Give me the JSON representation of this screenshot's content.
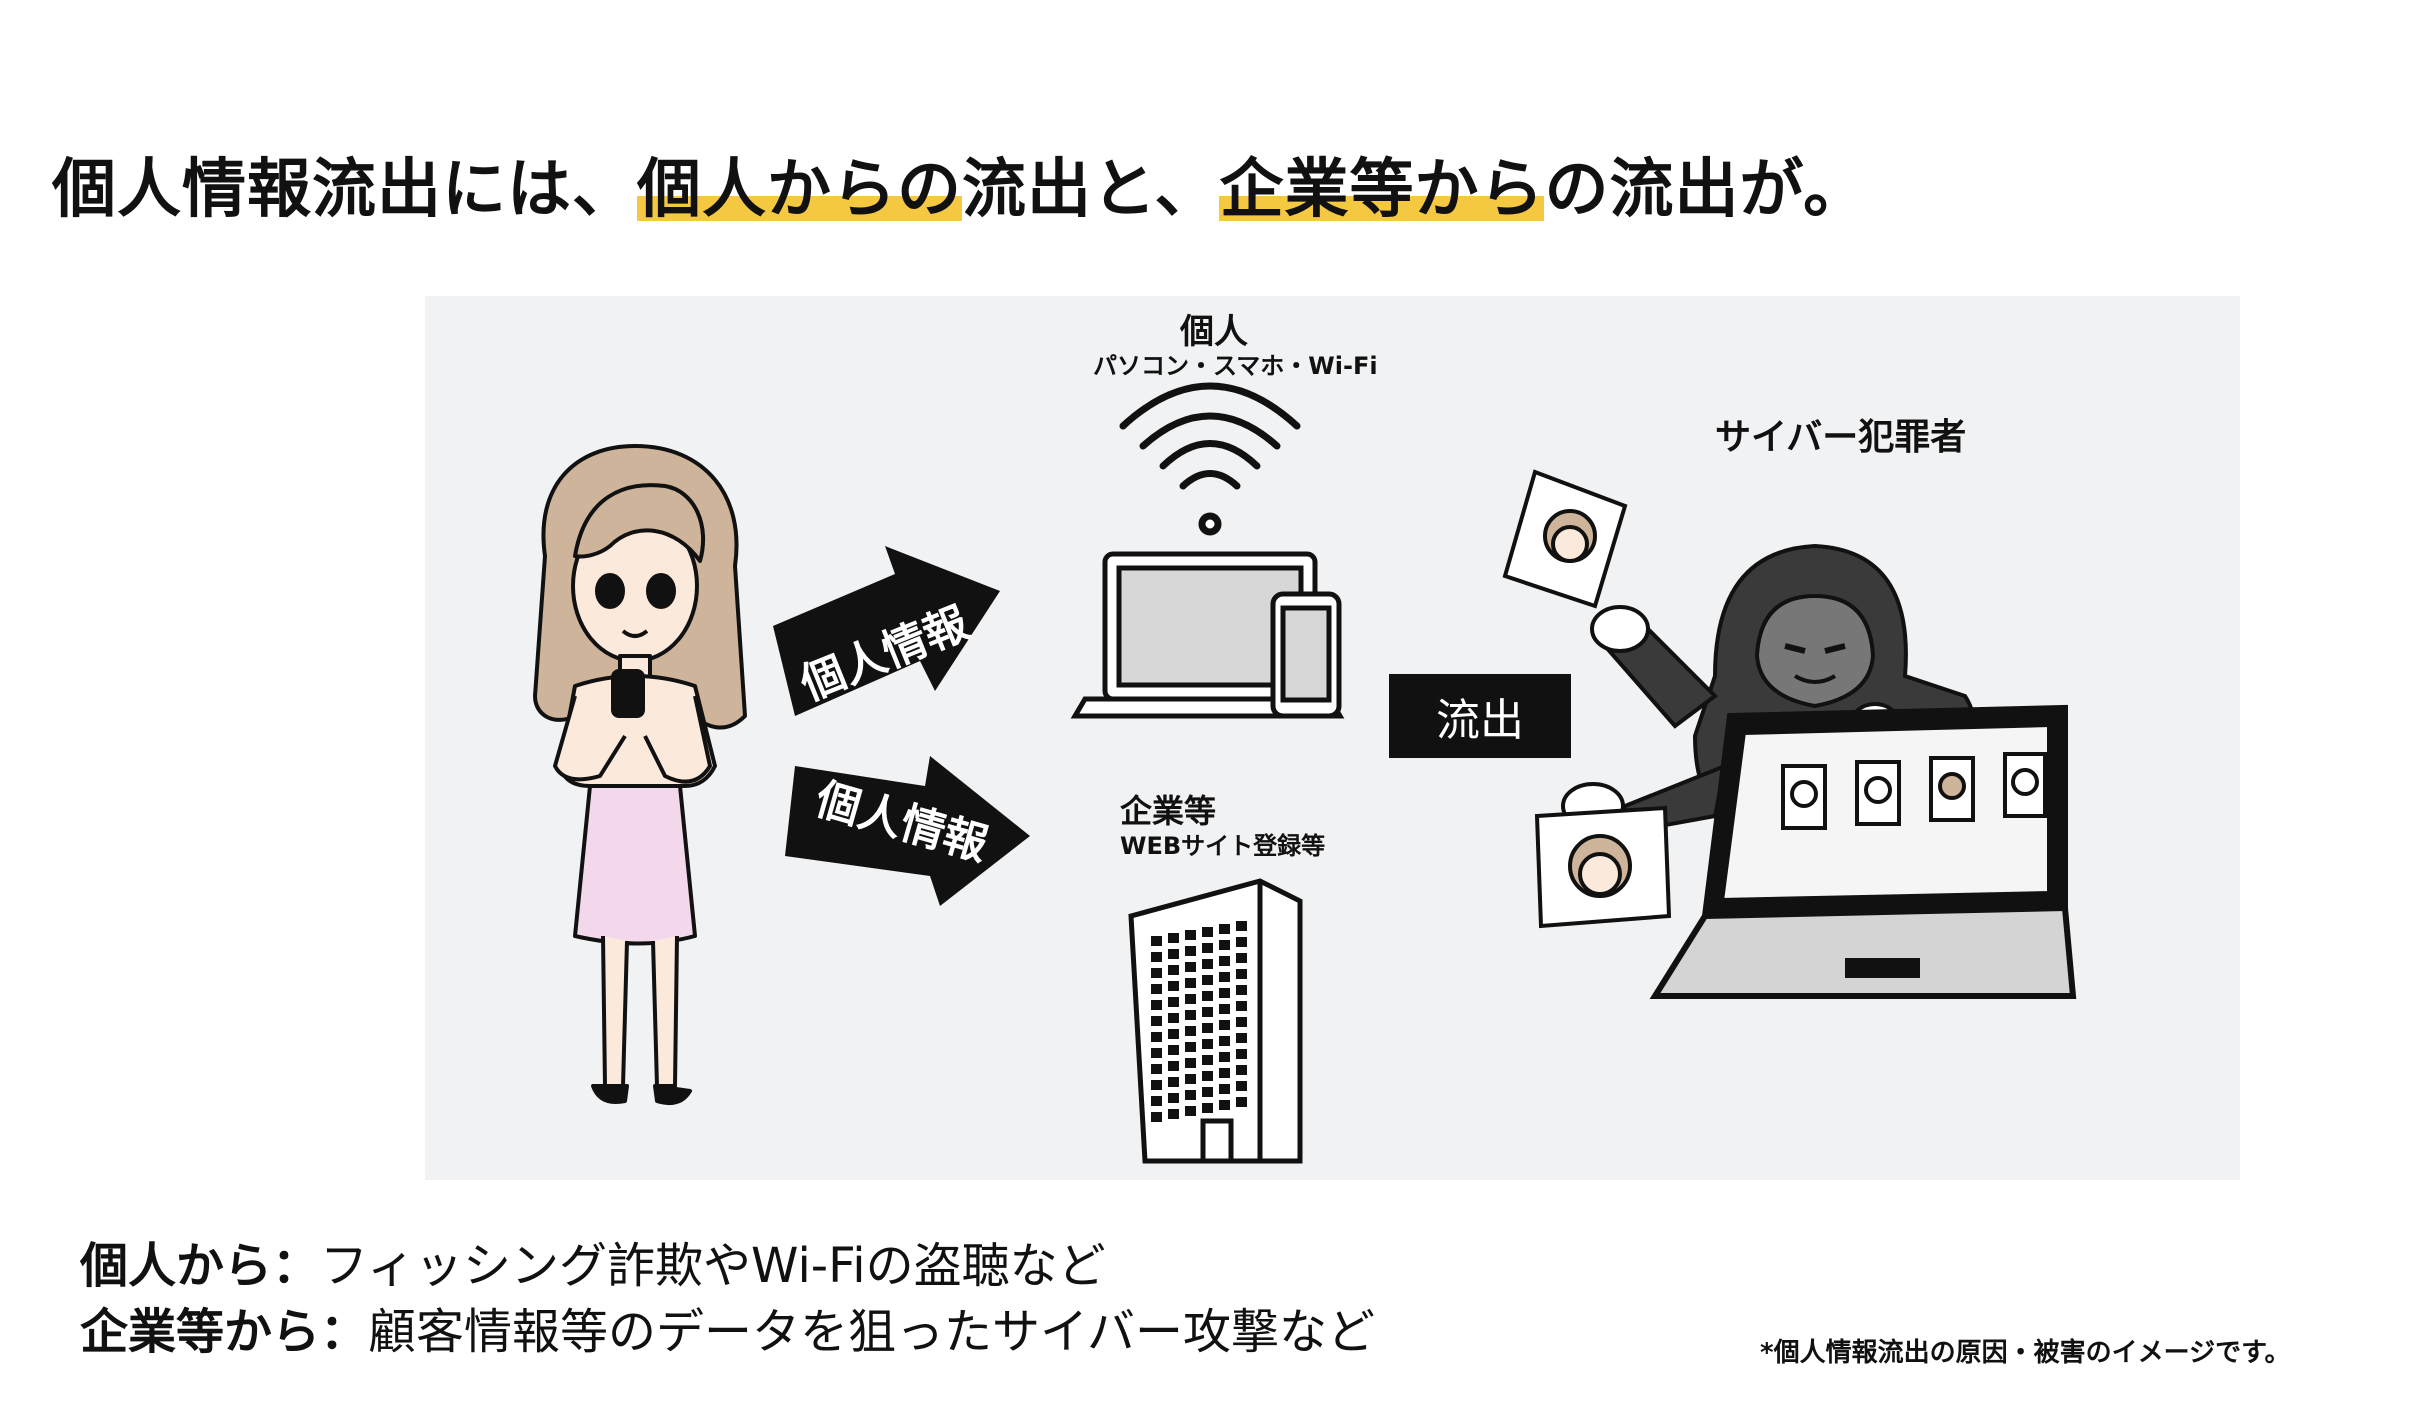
{
  "title": {
    "part1": "個人情報流出には、",
    "highlight1": "個人からの",
    "part2": "流出と、",
    "highlight2": "企業等から",
    "part3": "の流出が。",
    "highlight_color": "#f5c842"
  },
  "diagram": {
    "person_label": "個人",
    "person_sub": "パソコン・スマホ・Wi-Fi",
    "company_label": "企業等",
    "company_sub": "WEBサイト登録等",
    "criminal_label": "サイバー犯罪者",
    "arrow1": "個人情報",
    "arrow2": "個人情報",
    "leak": "流出"
  },
  "captions": [
    {
      "head": "個人から：",
      "text": "フィッシング詐欺やWi-Fiの盗聴など"
    },
    {
      "head": "企業等から：",
      "text": "顧客情報等のデータを狙ったサイバー攻撃など"
    }
  ],
  "note": "*個人情報流出の原因・被害のイメージです。"
}
